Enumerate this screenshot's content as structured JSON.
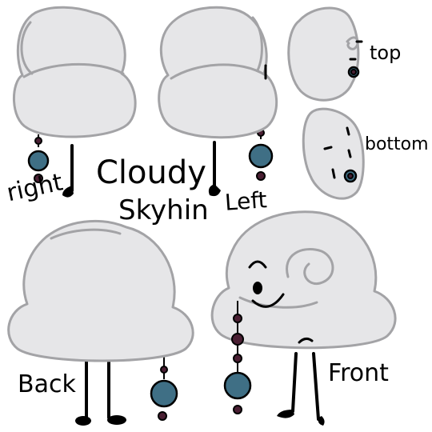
{
  "character": {
    "name_line1": "Cloudy",
    "name_line2": "Skyhin"
  },
  "views": {
    "right": "right",
    "left": "Left",
    "top": "top",
    "bottom": "bottom",
    "back": "Back",
    "front": "Front"
  },
  "colors": {
    "cloud_fill": "#e6e6e8",
    "cloud_outline": "#a3a3a6",
    "earring_gem": "#3f6f85",
    "earring_bead": "#4a1f33",
    "ink": "#000000"
  }
}
